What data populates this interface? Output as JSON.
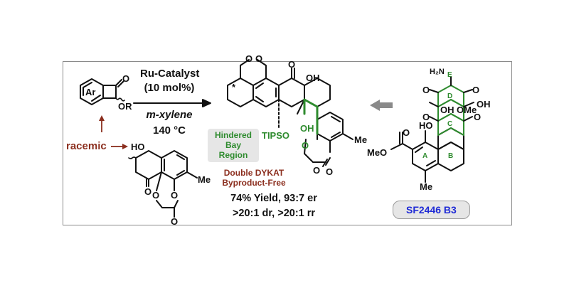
{
  "scheme": {
    "conditions": {
      "catalyst": "Ru-Catalyst",
      "loading": "(10 mol%)",
      "solvent": "m-xylene",
      "temperature": "140 °C"
    },
    "racemic_label": "racemic",
    "hindered_label": "Hindered Bay Region",
    "dykat_line1": "Double DYKAT",
    "dykat_line2": "Byproduct-Free",
    "yield_line1": "74% Yield, 93:7 er",
    "yield_line2": ">20:1 dr, >20:1 rr",
    "target_name": "SF2446 B3",
    "atoms": {
      "o": "O",
      "ar": "Ar",
      "or": "OR",
      "ho": "HO",
      "oh": "OH",
      "me": "Me",
      "ome": "OMe",
      "meo": "MeO",
      "tipso": "TIPSO",
      "nh2": "H₂N",
      "star": "*"
    },
    "ring_labels": [
      "A",
      "B",
      "C",
      "D",
      "E"
    ]
  },
  "colors": {
    "text": "#111111",
    "green": "#2e8b2e",
    "brown": "#8b2e1e",
    "blue": "#1f2bd6",
    "arrow_gray": "#8a8a8a",
    "panel_border": "#8a8a8a",
    "tag_bg": "#e6e6e6"
  }
}
